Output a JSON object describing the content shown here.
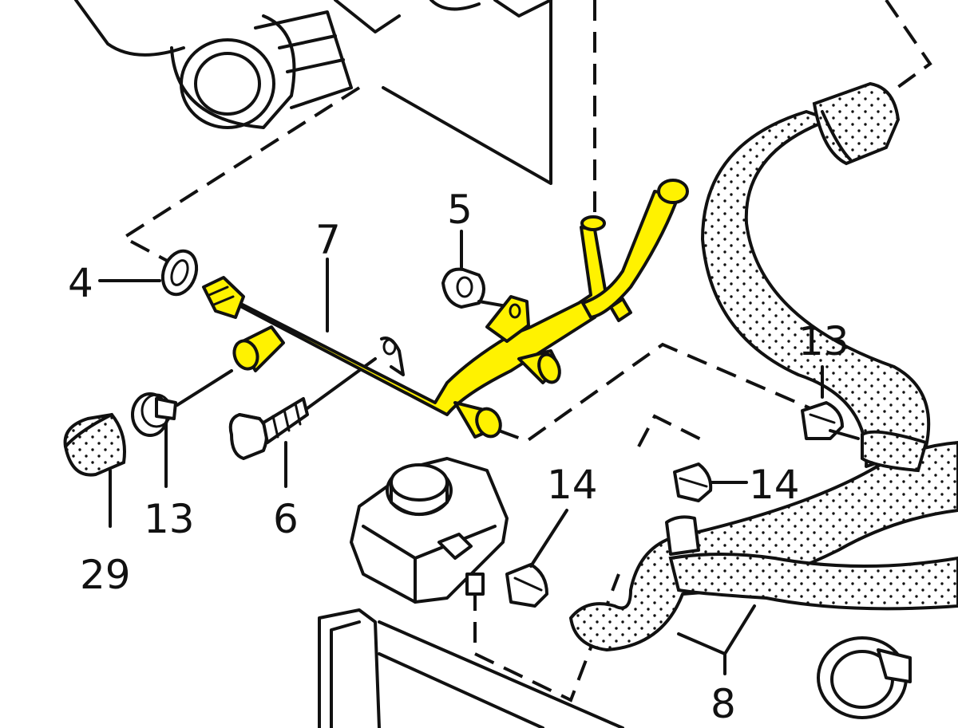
{
  "colors": {
    "ink": "#111111",
    "highlight": "#fff200",
    "background": "#ffffff"
  },
  "callouts": {
    "c4": "4",
    "c5": "5",
    "c6": "6",
    "c7": "7",
    "c8": "8",
    "c13_left": "13",
    "c13_right": "13",
    "c14_mid": "14",
    "c14_right": "14",
    "c29": "29"
  }
}
